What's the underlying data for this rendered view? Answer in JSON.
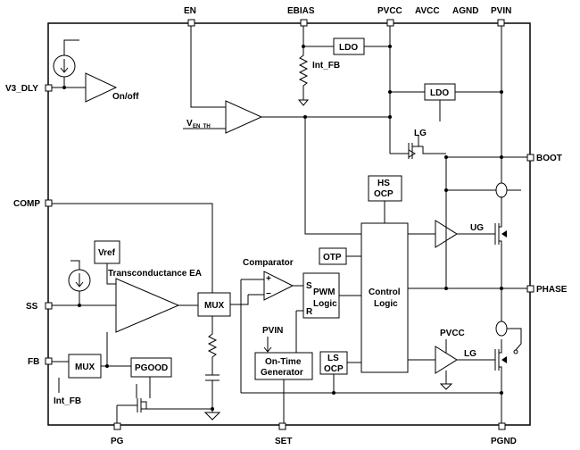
{
  "pins": {
    "en": "EN",
    "ebias": "EBIAS",
    "pvcc": "PVCC",
    "avcc": "AVCC",
    "agnd": "AGND",
    "pvin": "PVIN",
    "v3_dly": "V3_DLY",
    "comp": "COMP",
    "ss": "SS",
    "fb": "FB",
    "boot": "BOOT",
    "phase": "PHASE",
    "pg": "PG",
    "set": "SET",
    "pgnd": "PGND"
  },
  "blocks": {
    "ldo": "LDO",
    "hs_ocp_1": "HS",
    "hs_ocp_2": "OCP",
    "otp": "OTP",
    "pwm_logic_1": "PWM",
    "pwm_logic_2": "Logic",
    "control_logic_1": "Control",
    "control_logic_2": "Logic",
    "ls_ocp_1": "LS",
    "ls_ocp_2": "OCP",
    "on_time_1": "On-Time",
    "on_time_2": "Generator",
    "vref": "Vref",
    "mux": "MUX",
    "pgood": "PGOOD"
  },
  "labels": {
    "int_fb": "Int_FB",
    "on_off": "On/off",
    "ven": "V",
    "ven_sub": "EN_TH",
    "lg": "LG",
    "ug": "UG",
    "pvcc": "PVCC",
    "transconductance": "Transconductance EA",
    "comparator": "Comparator",
    "pvin": "PVIN",
    "plus": "+",
    "minus": "−",
    "s": "S",
    "r": "R"
  }
}
